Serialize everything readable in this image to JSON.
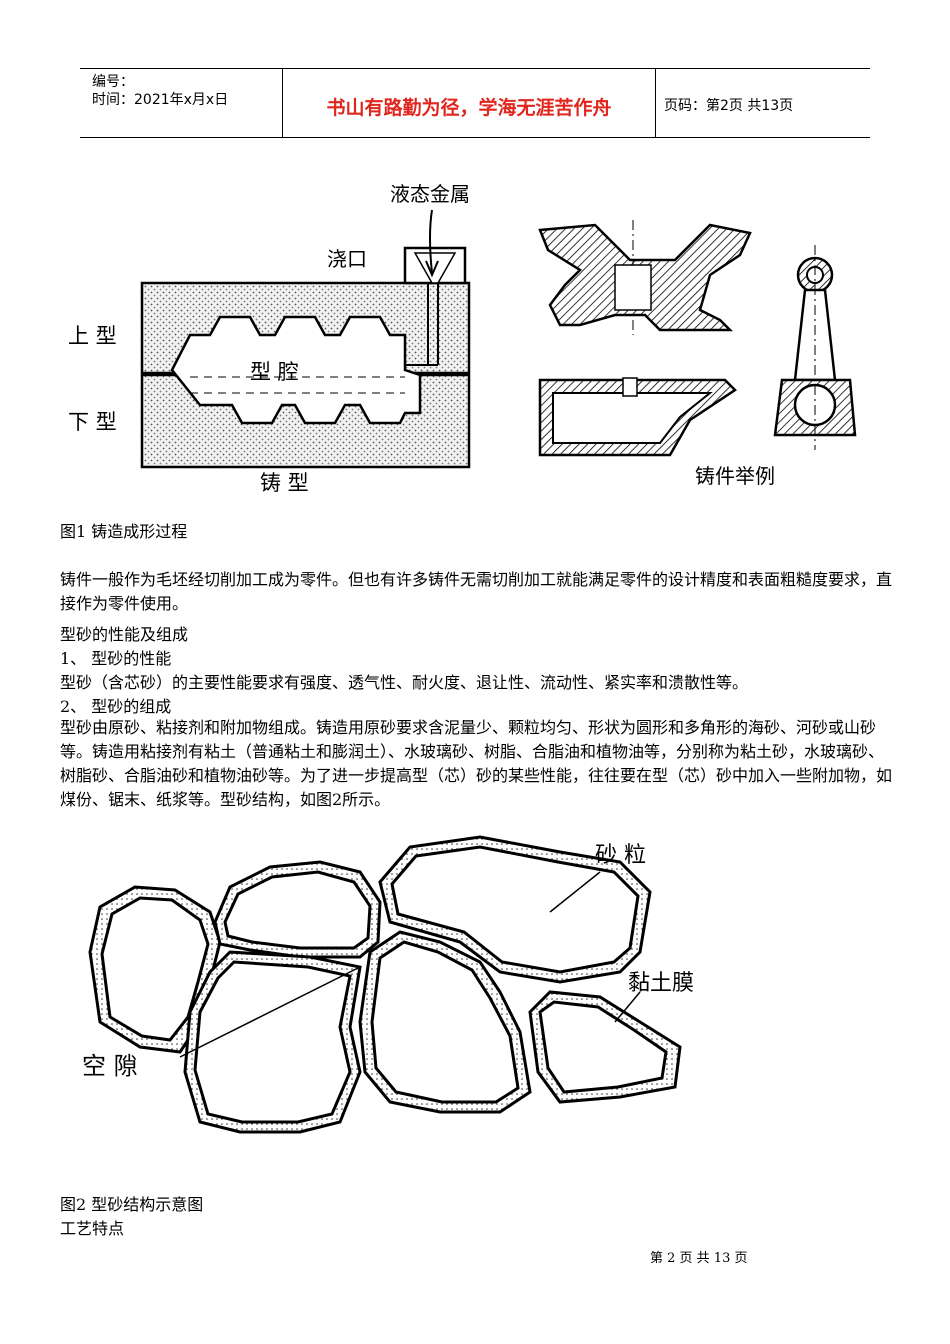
{
  "header": {
    "number_label": "编号：",
    "time_label": "时间：2021年x月x日",
    "motto": "书山有路勤为径，学海无涯苦作舟",
    "page_info": "页码：第2页  共13页"
  },
  "figure1": {
    "labels": {
      "liquid_metal": "液态金属",
      "sprue": "浇口",
      "upper_mold": "上 型",
      "lower_mold": "下 型",
      "cavity": "型 腔",
      "mold": "铸 型",
      "examples": "铸件举例"
    },
    "caption": "图1  铸造成形过程"
  },
  "body": {
    "p1": "铸件一般作为毛坯经切削加工成为零件。但也有许多铸件无需切削加工就能满足零件的设计精度和表面粗糙度要求，直接作为零件使用。",
    "h1": "型砂的性能及组成",
    "h2": "1、  型砂的性能",
    "p2": "型砂（含芯砂）的主要性能要求有强度、透气性、耐火度、退让性、流动性、紧实率和溃散性等。",
    "h3": "2、  型砂的组成",
    "p3": "型砂由原砂、粘接剂和附加物组成。铸造用原砂要求含泥量少、颗粒均匀、形状为圆形和多角形的海砂、河砂或山砂等。铸造用粘接剂有粘土（普通粘土和膨润土）、水玻璃砂、树脂、合脂油和植物油等，分别称为粘土砂，水玻璃砂、树脂砂、合脂油砂和植物油砂等。为了进一步提高型（芯）砂的某些性能，往往要在型（芯）砂中加入一些附加物，如煤份、锯末、纸浆等。型砂结构，如图2所示。"
  },
  "figure2": {
    "labels": {
      "grain": "砂 粒",
      "clay_film": "黏土膜",
      "void": "空 隙"
    },
    "caption": "图2  型砂结构示意图"
  },
  "tail": {
    "h4": "工艺特点"
  },
  "footer": {
    "text": "第 2 页 共 13 页"
  }
}
